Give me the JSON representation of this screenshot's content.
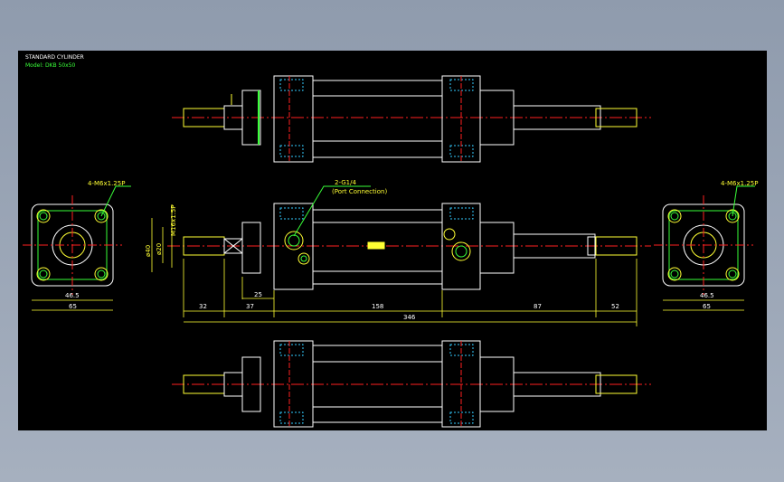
{
  "drawing": {
    "title": "STANDARD CYLINDER",
    "model": "Model: DKB 50x50"
  },
  "annotations": {
    "bolt_left": "4-M6x1.25P",
    "bolt_right": "4-M6x1.25P",
    "port": "2-G1/4",
    "port_note": "(Port Connection)",
    "thread": "M16x1.5P",
    "dia_outer": "ø40",
    "dia_inner": "ø20"
  },
  "dimensions": {
    "end_inner_left": "46.5",
    "end_outer_left": "65",
    "end_inner_right": "46.5",
    "end_outer_right": "65",
    "d32": "32",
    "d37": "37",
    "d25": "25",
    "d158": "158",
    "d87": "87",
    "d52": "52",
    "d346": "346"
  },
  "colors": {
    "background": "#000000",
    "outline": "#ffffff",
    "dimension": "#ffff33",
    "centerline": "#ff2020",
    "accent": "#39ff39",
    "hidden": "#33ccff"
  }
}
